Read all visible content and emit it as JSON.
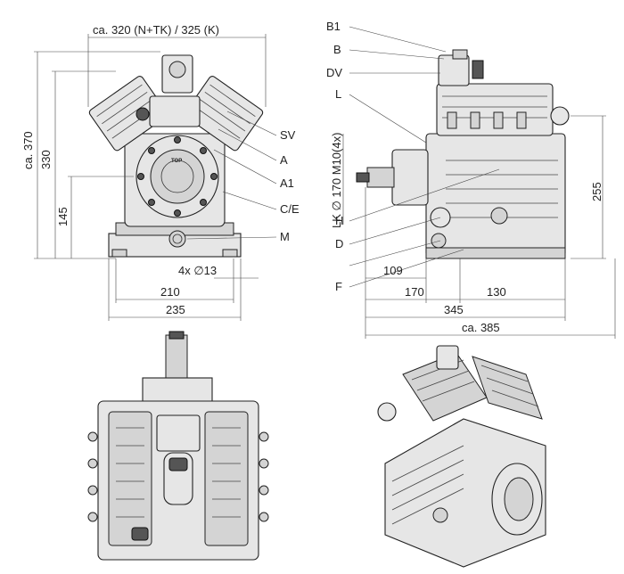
{
  "dimensions": {
    "front_view": {
      "width_top": "ca. 320 (N+TK) / 325 (K)",
      "height_total": "ca. 370",
      "height_330": "330",
      "height_145": "145",
      "holes": "4x ∅13",
      "base_210": "210",
      "base_235": "235"
    },
    "side_view": {
      "height_255": "255",
      "thread": "LK ∅ 170 M10(4x)",
      "d_109": "109",
      "d_170": "170",
      "d_130": "130",
      "d_345": "345",
      "d_385": "ca. 385"
    }
  },
  "labels": {
    "front_view": [
      "SV",
      "A",
      "A1",
      "C/E",
      "M"
    ],
    "side_view": [
      "B1",
      "B",
      "DV",
      "L",
      "H",
      "D",
      "F"
    ]
  },
  "stamp": "TOP"
}
